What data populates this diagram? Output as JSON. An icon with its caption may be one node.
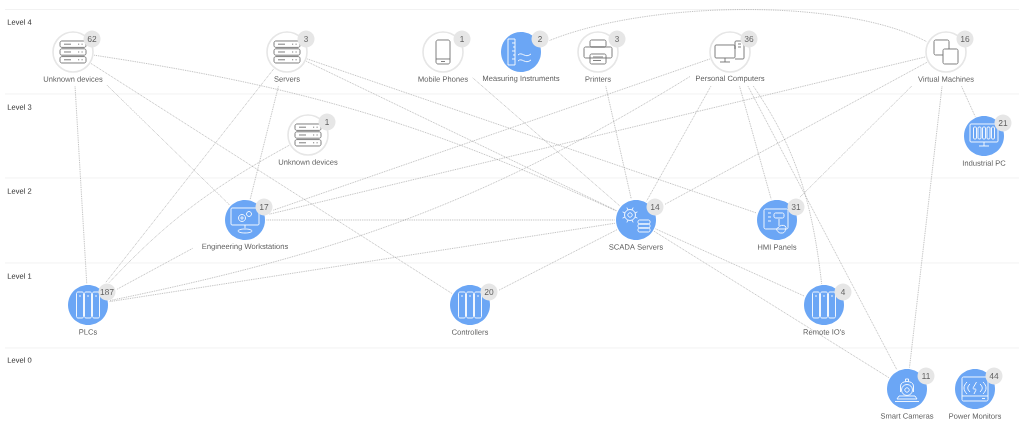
{
  "diagram": {
    "nodes": [
      {
        "text": [
          "62",
          "Unknown devices"
        ]
      },
      {
        "text": [
          "3",
          "Servers"
        ]
      },
      {
        "text": [
          "1",
          "Mobile Phones"
        ]
      },
      {
        "text": [
          "2",
          "Measuring Instruments"
        ]
      },
      {
        "text": [
          "3",
          "Printers"
        ]
      },
      {
        "text": [
          "36",
          "Personal Computers"
        ]
      },
      {
        "text": [
          "16",
          "Virtual Machines"
        ]
      },
      {
        "text": [
          "1",
          "Unknown devices"
        ]
      },
      {
        "text": [
          "21",
          "Industrial PC"
        ]
      },
      {
        "text": [
          "17",
          "Engineering Workstations"
        ]
      },
      {
        "text": [
          "14",
          "SCADA Servers"
        ]
      },
      {
        "text": [
          "31",
          "HMI Panels"
        ]
      },
      {
        "text": [
          "187",
          "PLCs"
        ]
      },
      {
        "text": [
          "20",
          "Controllers"
        ]
      },
      {
        "text": [
          "4",
          "Remote IO's"
        ]
      },
      {
        "text": [
          "11",
          "Smart Cameras"
        ]
      },
      {
        "text": [
          "44",
          "Power Monitors"
        ]
      }
    ],
    "edges": [
      {
        "from": 0,
        "to": 12,
        "arrow": "none"
      },
      {
        "from": 0,
        "to": 9,
        "arrow": "none"
      },
      {
        "from": 0,
        "to": 13,
        "arrow": "none"
      },
      {
        "from": 0,
        "to": 10,
        "arrow": "none"
      },
      {
        "from": 7,
        "to": 12,
        "arrow": "none"
      },
      {
        "from": 1,
        "to": 12,
        "arrow": "none"
      },
      {
        "from": 1,
        "to": 9,
        "arrow": "none"
      },
      {
        "from": 1,
        "to": 10,
        "arrow": "none"
      },
      {
        "from": 1,
        "to": 11,
        "arrow": "none"
      },
      {
        "from": 2,
        "to": 10,
        "arrow": "none"
      },
      {
        "from": 3,
        "to": 6,
        "arrow": "none"
      },
      {
        "from": 4,
        "to": 10,
        "arrow": "none"
      },
      {
        "from": 5,
        "to": 10,
        "arrow": "none"
      },
      {
        "from": 5,
        "to": 11,
        "arrow": "none"
      },
      {
        "from": 5,
        "to": 14,
        "arrow": "none"
      },
      {
        "from": 5,
        "to": 15,
        "arrow": "none"
      },
      {
        "from": 5,
        "to": 9,
        "arrow": "none"
      },
      {
        "from": 5,
        "to": 12,
        "arrow": "none"
      },
      {
        "from": 6,
        "to": 10,
        "arrow": "none"
      },
      {
        "from": 6,
        "to": 9,
        "arrow": "none"
      },
      {
        "from": 6,
        "to": 11,
        "arrow": "none"
      },
      {
        "from": 6,
        "to": 8,
        "arrow": "none"
      },
      {
        "from": 6,
        "to": 15,
        "arrow": "none"
      },
      {
        "from": 9,
        "to": 10,
        "arrow": "none"
      },
      {
        "from": 9,
        "to": 12,
        "arrow": "none"
      },
      {
        "from": 10,
        "to": 12,
        "arrow": "none"
      },
      {
        "from": 10,
        "to": 13,
        "arrow": "none"
      },
      {
        "from": 10,
        "to": 14,
        "arrow": "none"
      },
      {
        "from": 10,
        "to": 15,
        "arrow": "none"
      }
    ],
    "labels": [
      "Level 4",
      "Level 3",
      "Level 2",
      "Level 1",
      "Level 0"
    ]
  }
}
